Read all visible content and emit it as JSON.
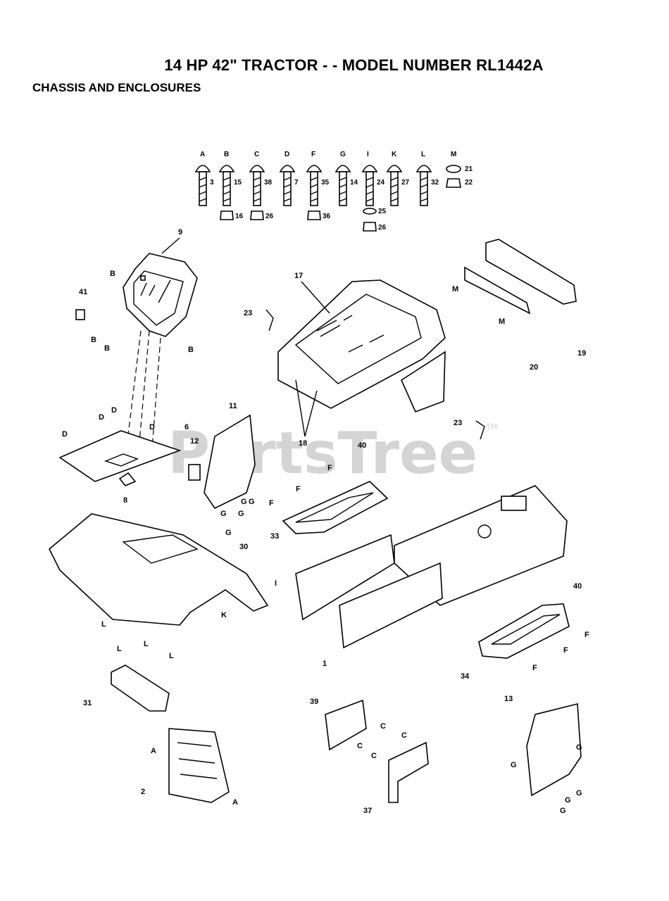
{
  "header": {
    "title": "14 HP 42\" TRACTOR - - MODEL NUMBER RL1442A",
    "section": "CHASSIS AND ENCLOSURES"
  },
  "watermark": {
    "text": "PartsTree",
    "tm": "TM"
  },
  "hardware": [
    {
      "letter": "A",
      "num": "3"
    },
    {
      "letter": "B",
      "num": "15",
      "nut": "16"
    },
    {
      "letter": "C",
      "num": "38",
      "nut": "26"
    },
    {
      "letter": "D",
      "num": "7"
    },
    {
      "letter": "F",
      "num": "35",
      "nut": "36"
    },
    {
      "letter": "G",
      "num": "14"
    },
    {
      "letter": "I",
      "num": "24",
      "washer": "25",
      "nut": "26"
    },
    {
      "letter": "K",
      "num": "27"
    },
    {
      "letter": "L",
      "num": "32"
    },
    {
      "letter": "M",
      "num": "21",
      "nut": "22"
    }
  ],
  "callouts": {
    "c1": "1",
    "c2": "2",
    "c6": "6",
    "c8": "8",
    "c9": "9",
    "c11": "11",
    "c12": "12",
    "c13": "13",
    "c17": "17",
    "c18": "18",
    "c19": "19",
    "c20": "20",
    "c23a": "23",
    "c23b": "23",
    "c30": "30",
    "c31": "31",
    "c33": "33",
    "c34": "34",
    "c37": "37",
    "c39": "39",
    "c40a": "40",
    "c40b": "40",
    "c41": "41"
  },
  "letters": {
    "A": "A",
    "B": "B",
    "C": "C",
    "D": "D",
    "F": "F",
    "G": "G",
    "I": "I",
    "K": "K",
    "L": "L",
    "M": "M"
  }
}
